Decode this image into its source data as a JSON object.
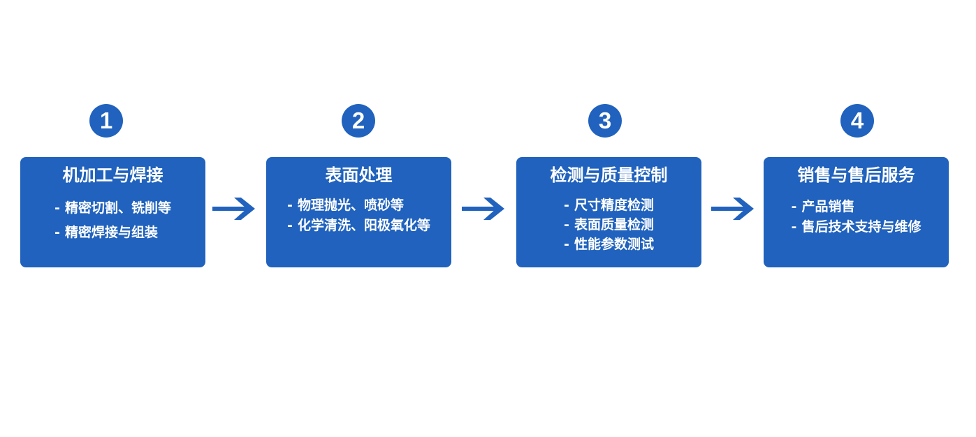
{
  "steps": [
    {
      "number": "1",
      "title": "机加工与焊接",
      "items": [
        "精密切割、铣削等",
        "精密焊接与组装"
      ]
    },
    {
      "number": "2",
      "title": "表面处理",
      "items": [
        "物理抛光、喷砂等",
        "化学清洗、阳极氧化等"
      ]
    },
    {
      "number": "3",
      "title": "检测与质量控制",
      "items": [
        "尺寸精度检测",
        "表面质量检测",
        "性能参数测试"
      ]
    },
    {
      "number": "4",
      "title": "销售与售后服务",
      "items": [
        "产品销售",
        "售后技术支持与维修"
      ]
    }
  ],
  "item_bullet": "-",
  "colors": {
    "accent": "#2062bd",
    "text_on_accent": "#ffffff",
    "background": "#ffffff"
  },
  "icons": {
    "connector": "arrow-right-icon"
  }
}
